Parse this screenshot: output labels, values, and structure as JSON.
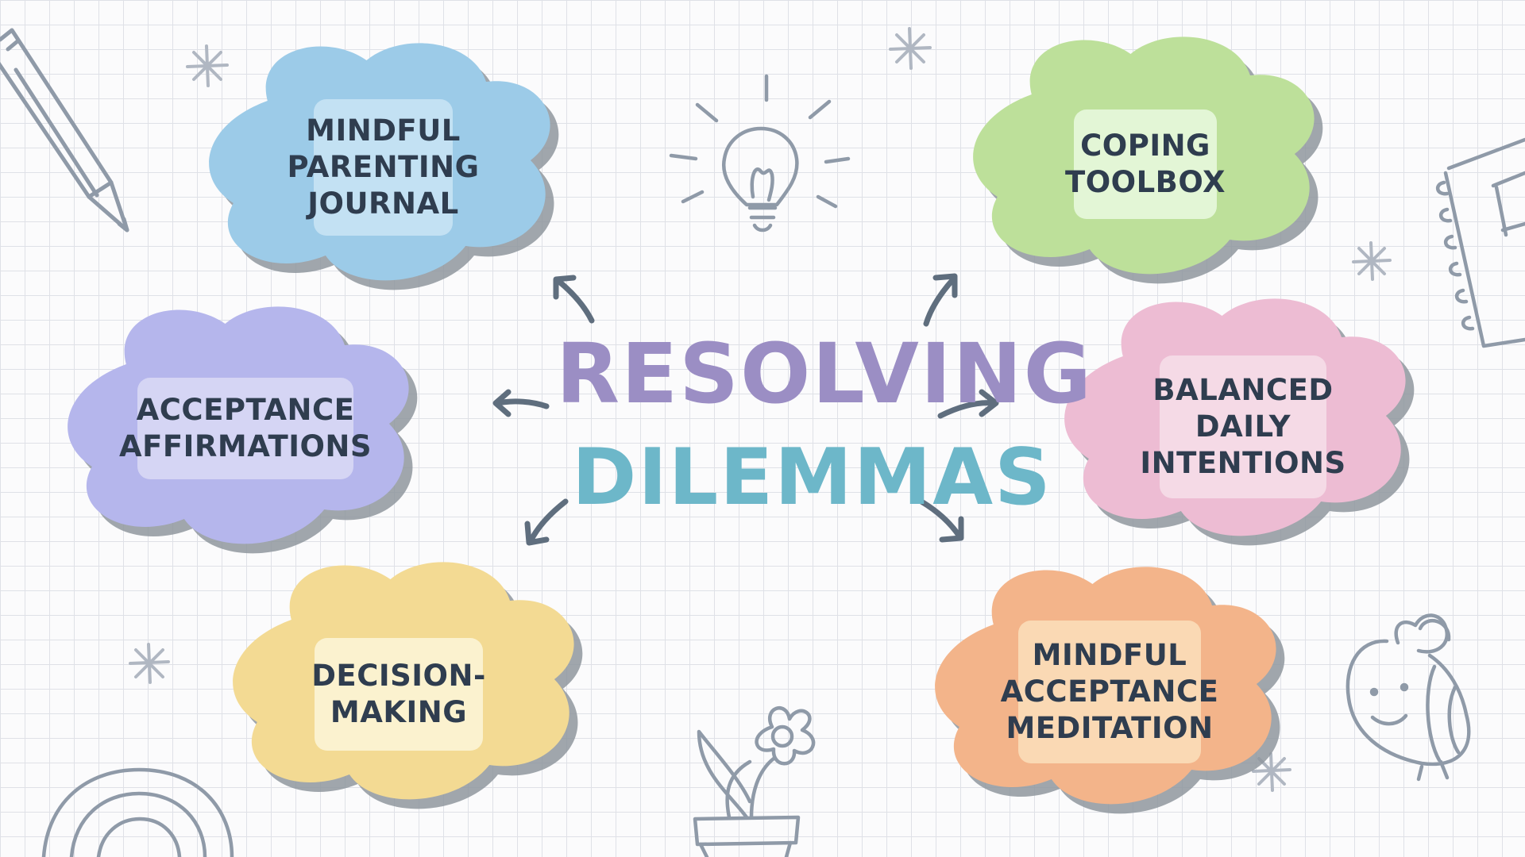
{
  "title": {
    "line1": "RESOLVING",
    "line2": "DILEMMAS",
    "line1_color": "#9b8ec4",
    "line2_color": "#6db7c9"
  },
  "nodes": [
    {
      "id": "mindful-parenting-journal",
      "lines": [
        "MINDFUL",
        "PARENTING",
        "JOURNAL"
      ],
      "color": "#9ccbe8",
      "label_bg": "#c3e1f3"
    },
    {
      "id": "coping-toolbox",
      "lines": [
        "COPING",
        "TOOLBOX"
      ],
      "color": "#bde09a",
      "label_bg": "#e3f6d6"
    },
    {
      "id": "acceptance-affirmations",
      "lines": [
        "ACCEPTANCE",
        "AFFIRMATIONS"
      ],
      "color": "#b5b6ec",
      "label_bg": "#d5d5f4"
    },
    {
      "id": "balanced-daily-intentions",
      "lines": [
        "BALANCED",
        "DAILY",
        "INTENTIONS"
      ],
      "color": "#edbcd3",
      "label_bg": "#f5dae6"
    },
    {
      "id": "decision-making",
      "lines": [
        "DECISION-",
        "MAKING"
      ],
      "color": "#f3da93",
      "label_bg": "#fbf2cf"
    },
    {
      "id": "mindful-acceptance-meditation",
      "lines": [
        "MINDFUL",
        "ACCEPTANCE",
        "MEDITATION"
      ],
      "color": "#f3b48a",
      "label_bg": "#fad9b4"
    }
  ],
  "colors": {
    "arrow": "#5f6e7e",
    "doodle": "#8f9aa8",
    "cloud_shadow": "#8f969e",
    "text": "#2f3d4f"
  },
  "icons": [
    "pencil-icon",
    "lightbulb-icon",
    "sparkle-icon",
    "notebook-icon",
    "rainbow-icon",
    "flower-pot-icon",
    "bee-icon"
  ]
}
